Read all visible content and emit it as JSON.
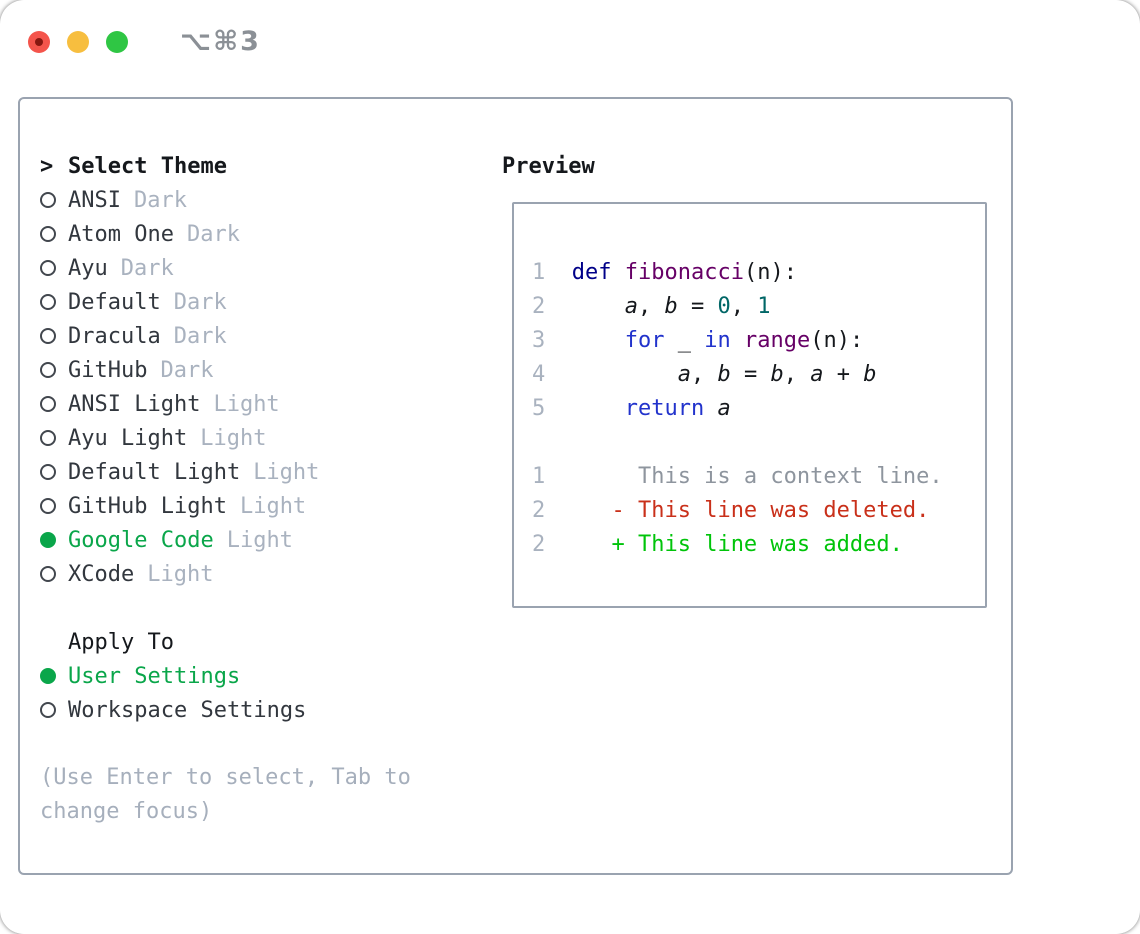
{
  "window": {
    "title": "⌥⌘3",
    "traffic_lights": [
      "close",
      "minimize",
      "zoom"
    ]
  },
  "colors": {
    "selected_green": "#0aa64a",
    "panel_border": "#9aa3b0",
    "tag_gray": "#a9b2bf",
    "hint_gray": "#a6afbc",
    "diff_red": "#c9301a",
    "diff_green": "#00c40a",
    "keyword_navy": "#000088",
    "keyword_blue": "#2233cc",
    "function_purple": "#660066",
    "number_teal": "#006666"
  },
  "theme_picker": {
    "prompt": ">",
    "header": "Select Theme",
    "items": [
      {
        "label": "ANSI",
        "tag": "Dark",
        "selected": false
      },
      {
        "label": "Atom One",
        "tag": "Dark",
        "selected": false
      },
      {
        "label": "Ayu",
        "tag": "Dark",
        "selected": false
      },
      {
        "label": "Default",
        "tag": "Dark",
        "selected": false
      },
      {
        "label": "Dracula",
        "tag": "Dark",
        "selected": false
      },
      {
        "label": "GitHub",
        "tag": "Dark",
        "selected": false
      },
      {
        "label": "ANSI Light",
        "tag": "Light",
        "selected": false
      },
      {
        "label": "Ayu Light",
        "tag": "Light",
        "selected": false
      },
      {
        "label": "Default Light",
        "tag": "Light",
        "selected": false
      },
      {
        "label": "GitHub Light",
        "tag": "Light",
        "selected": false
      },
      {
        "label": "Google Code",
        "tag": "Light",
        "selected": true
      },
      {
        "label": "XCode",
        "tag": "Light",
        "selected": false
      }
    ],
    "apply_to": {
      "header": "Apply To",
      "options": [
        {
          "label": "User Settings",
          "selected": true
        },
        {
          "label": "Workspace Settings",
          "selected": false
        }
      ]
    },
    "hint": "(Use Enter to select, Tab to change focus)"
  },
  "preview": {
    "header": "Preview",
    "code_lines": [
      {
        "num": "1",
        "tokens": [
          [
            "def",
            "kw1"
          ],
          [
            " ",
            "plain"
          ],
          [
            "fibonacci",
            "fn"
          ],
          [
            "(n):",
            "plain"
          ]
        ]
      },
      {
        "num": "2",
        "tokens": [
          [
            "    ",
            "plain"
          ],
          [
            "a",
            "var"
          ],
          [
            ", ",
            "plain"
          ],
          [
            "b",
            "var"
          ],
          [
            " = ",
            "plain"
          ],
          [
            "0",
            "num"
          ],
          [
            ", ",
            "plain"
          ],
          [
            "1",
            "num"
          ]
        ]
      },
      {
        "num": "3",
        "tokens": [
          [
            "    ",
            "plain"
          ],
          [
            "for",
            "kw2"
          ],
          [
            " _ ",
            "plain"
          ],
          [
            "in",
            "kw2"
          ],
          [
            " ",
            "plain"
          ],
          [
            "range",
            "fn"
          ],
          [
            "(n):",
            "plain"
          ]
        ]
      },
      {
        "num": "4",
        "tokens": [
          [
            "        ",
            "plain"
          ],
          [
            "a",
            "var"
          ],
          [
            ", ",
            "plain"
          ],
          [
            "b",
            "var"
          ],
          [
            " = ",
            "plain"
          ],
          [
            "b",
            "var"
          ],
          [
            ", ",
            "plain"
          ],
          [
            "a",
            "var"
          ],
          [
            " + ",
            "plain"
          ],
          [
            "b",
            "var"
          ]
        ]
      },
      {
        "num": "5",
        "tokens": [
          [
            "    ",
            "plain"
          ],
          [
            "return",
            "kw2"
          ],
          [
            " ",
            "plain"
          ],
          [
            "a",
            "var"
          ]
        ]
      }
    ],
    "diff_lines": [
      {
        "num": "1",
        "tokens": [
          [
            "     This is a context line.",
            "ctx"
          ]
        ]
      },
      {
        "num": "2",
        "tokens": [
          [
            "   ",
            "plain"
          ],
          [
            "- This line was deleted.",
            "del"
          ]
        ]
      },
      {
        "num": "2",
        "tokens": [
          [
            "   ",
            "plain"
          ],
          [
            "+ This line was added.",
            "add"
          ]
        ]
      }
    ]
  }
}
